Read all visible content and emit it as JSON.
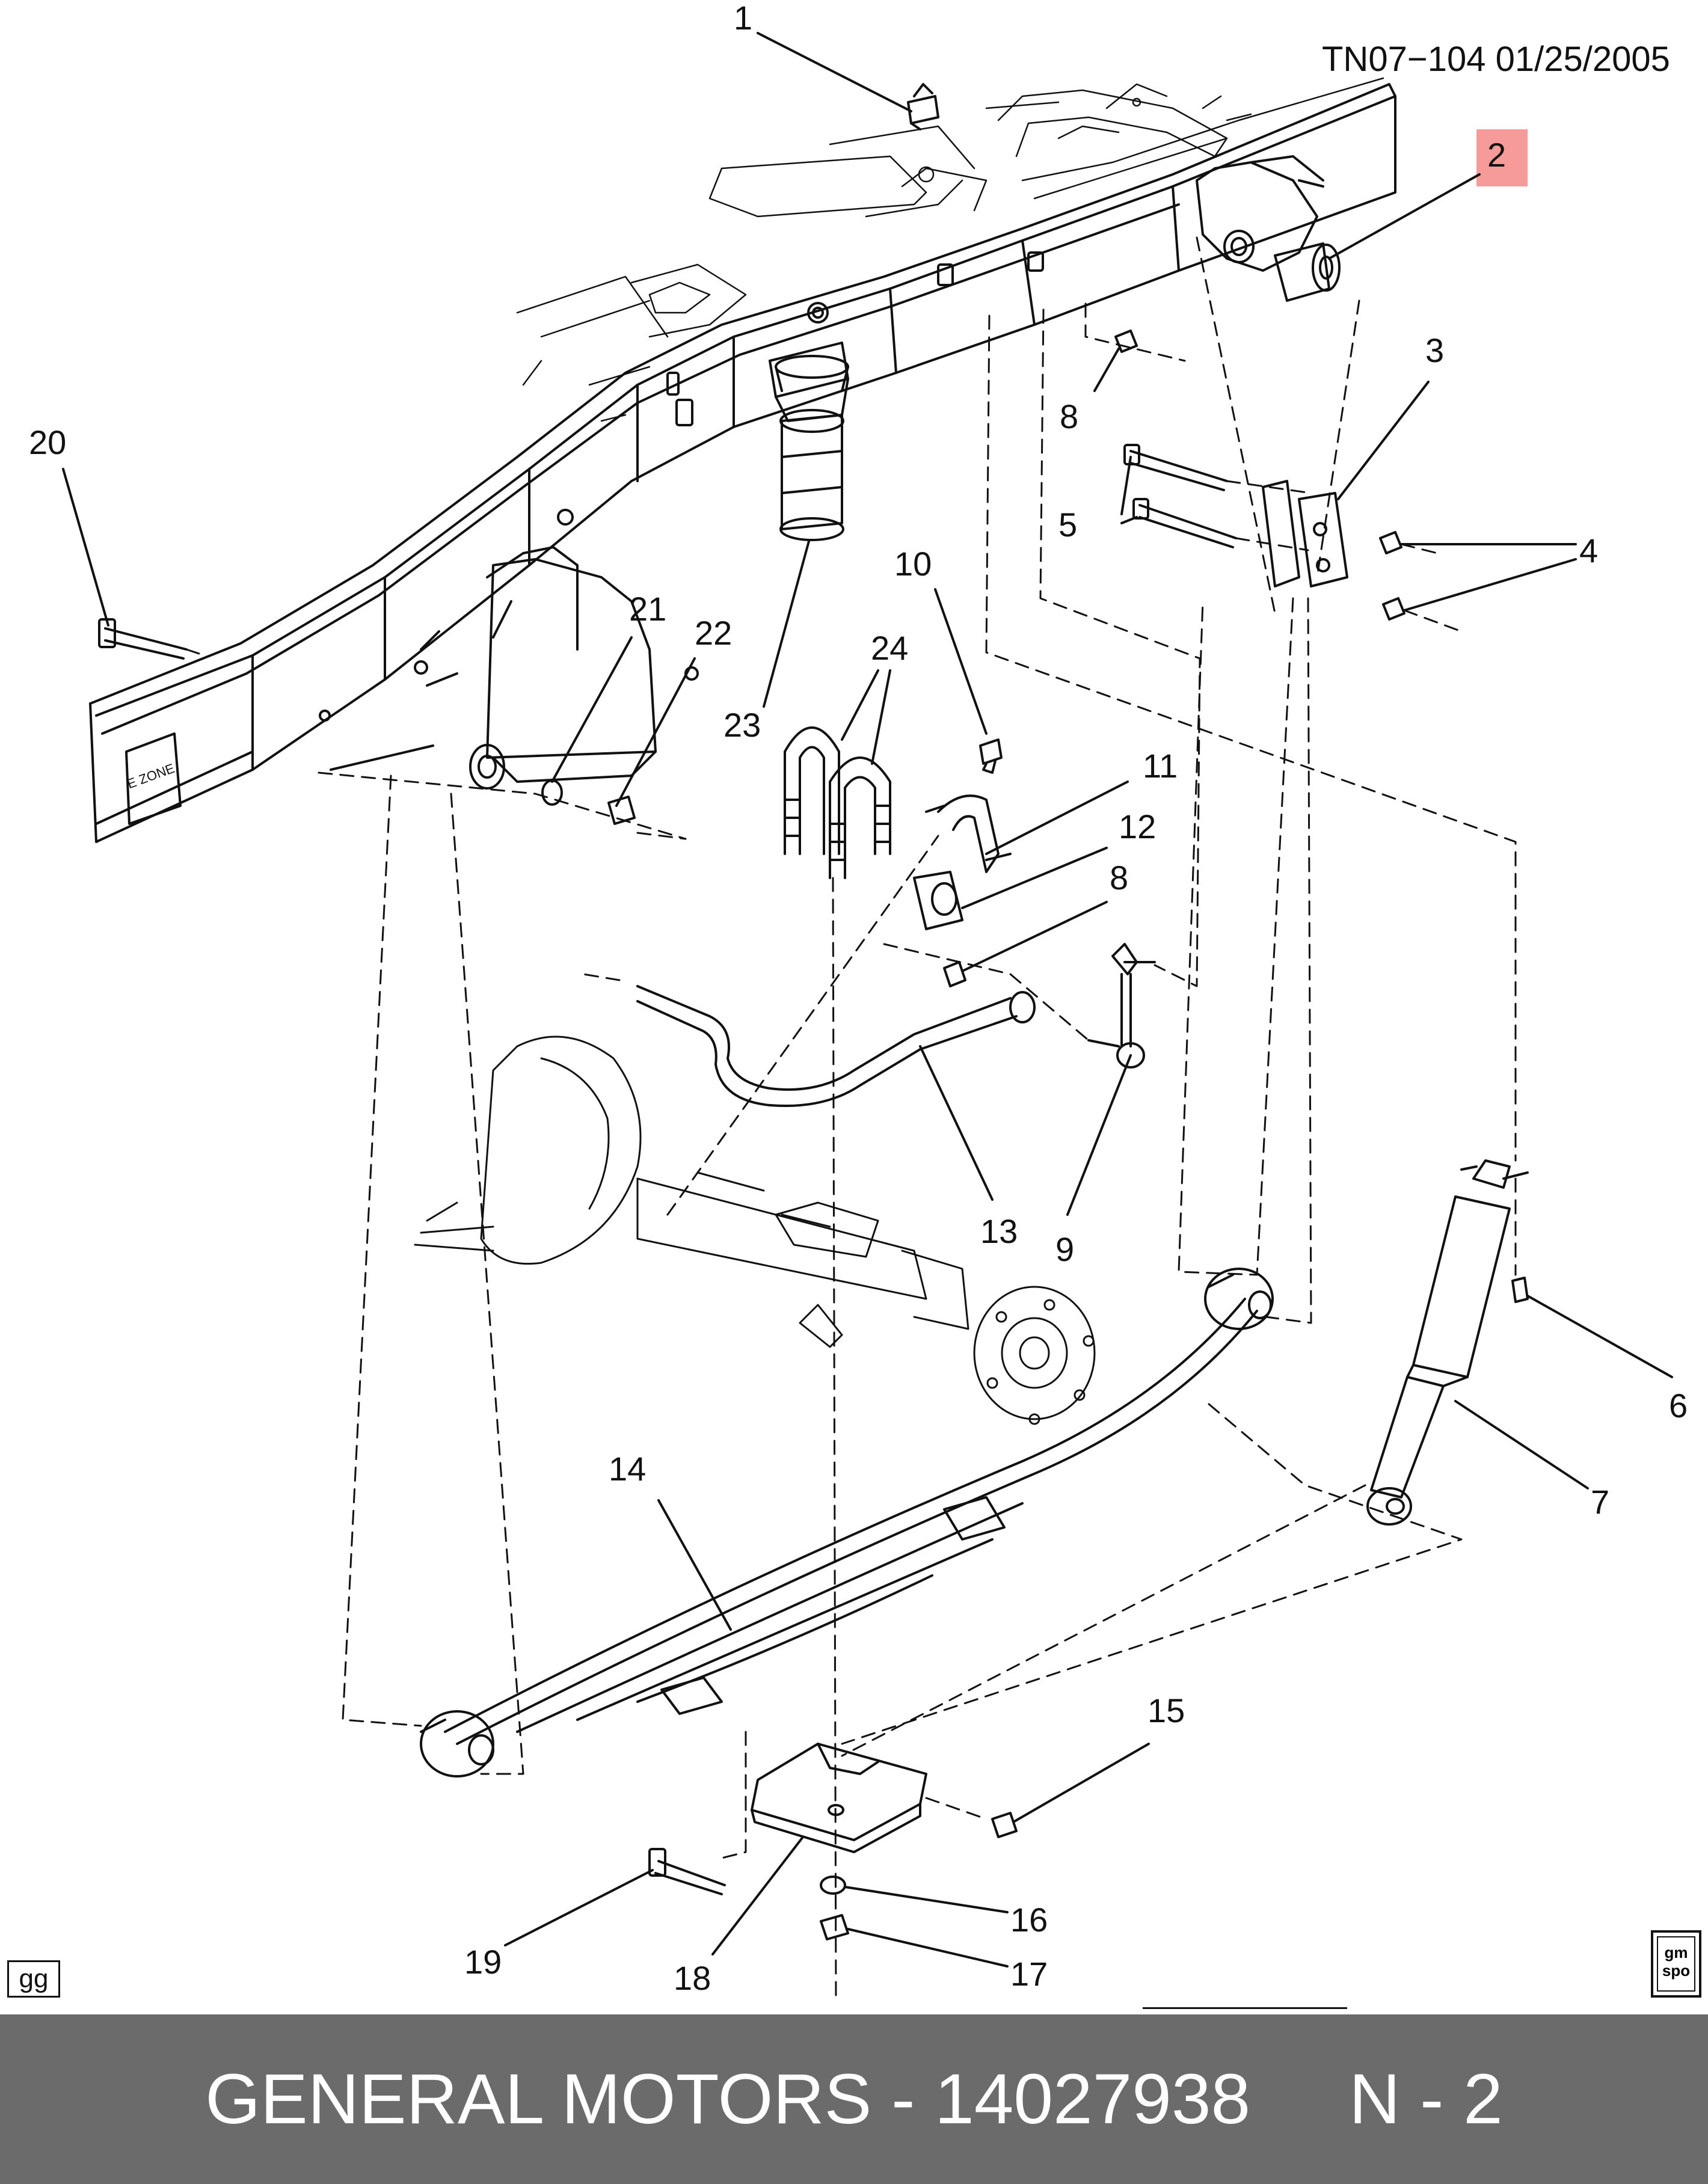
{
  "header": {
    "code": "TN07−104  01/25/2005"
  },
  "callouts": {
    "c1": "1",
    "c2": "2",
    "c3": "3",
    "c4": "4",
    "c5": "5",
    "c6": "6",
    "c7": "7",
    "c8a": "8",
    "c8b": "8",
    "c9": "9",
    "c10": "10",
    "c11": "11",
    "c12": "12",
    "c13": "13",
    "c14": "14",
    "c15": "15",
    "c16": "16",
    "c17": "17",
    "c18": "18",
    "c19": "19",
    "c20": "20",
    "c21": "21",
    "c22": "22",
    "c23": "23",
    "c24": "24"
  },
  "frame_text": "E ZONE",
  "badges": {
    "gg": "gg",
    "gmspo_line1": "gm",
    "gmspo_line2": "spo"
  },
  "highlight_color": "#f79a9a",
  "footer": {
    "text": "GENERAL MOTORS - 14027938     N - 2",
    "bg_color": "#6b6b6b"
  }
}
